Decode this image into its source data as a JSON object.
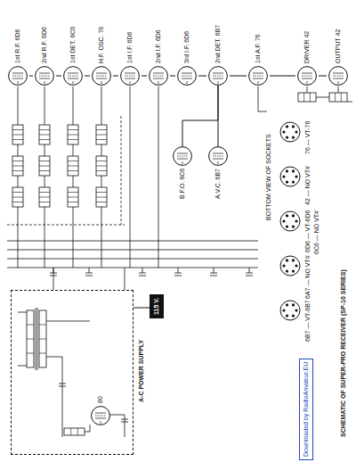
{
  "diagram": {
    "title": "SCHEMATIC OF SUPER-PRO RECEIVER (SP-10 SERIES)",
    "nodes": [
      {
        "text": [
          "1st R.F. 6D6"
        ]
      },
      {
        "text": [
          "2nd R.F. 6D6"
        ]
      },
      {
        "text": [
          "1st DET. 6C6"
        ]
      },
      {
        "text": [
          "H.F. OSC. 76"
        ]
      },
      {
        "text": [
          "1st I.F. 6D6"
        ]
      },
      {
        "text": [
          "2nd I.F. 6D6"
        ]
      },
      {
        "text": [
          "3rd I.F. 6D6"
        ]
      },
      {
        "text": [
          "2nd DET. 6B7"
        ]
      },
      {
        "text": [
          "1st A.F. 76"
        ]
      },
      {
        "text": [
          "DRIVER 42"
        ]
      },
      {
        "text": [
          "OUTPUT 42"
        ]
      },
      {
        "text": [
          "B.F.O. 6C6"
        ]
      },
      {
        "text": [
          "A.V.C. 6B7"
        ]
      },
      {
        "text": [
          "A-C POWER SUPPLY"
        ]
      },
      {
        "text": [
          "80"
        ],
        "in": 13
      },
      {
        "text": [
          "115 V."
        ]
      },
      {
        "text": [
          "76 — VT-76"
        ]
      },
      {
        "text": [
          "42 — NO VT#"
        ]
      },
      {
        "text": [
          "6D6 — VT-6D6",
          "6C6 — NO VT#"
        ]
      },
      {
        "text": [
          "6A7 — NO VT#"
        ]
      },
      {
        "text": [
          "6B7 — VT-6B7"
        ]
      },
      {
        "text": [
          "Downloaded by RadioAmateur.EU"
        ]
      }
    ],
    "edges": [
      {
        "from": 0,
        "to": 1,
        "arrow": "none"
      },
      {
        "from": 1,
        "to": 2,
        "arrow": "none"
      },
      {
        "from": 2,
        "to": 3,
        "arrow": "none"
      },
      {
        "from": 3,
        "to": 4,
        "arrow": "none"
      },
      {
        "from": 4,
        "to": 5,
        "arrow": "none"
      },
      {
        "from": 5,
        "to": 6,
        "arrow": "none"
      },
      {
        "from": 6,
        "to": 7,
        "arrow": "none"
      },
      {
        "from": 7,
        "to": 8,
        "arrow": "none"
      },
      {
        "from": 8,
        "to": 9,
        "arrow": "none"
      },
      {
        "from": 9,
        "to": 10,
        "arrow": "none"
      },
      {
        "from": 11,
        "to": 7,
        "arrow": "none"
      },
      {
        "from": 12,
        "to": 7,
        "arrow": "none"
      },
      {
        "from": 13,
        "to": 15,
        "arrow": "none"
      }
    ],
    "labels": [
      "BOTTOM VIEW OF SOCKETS"
    ]
  }
}
